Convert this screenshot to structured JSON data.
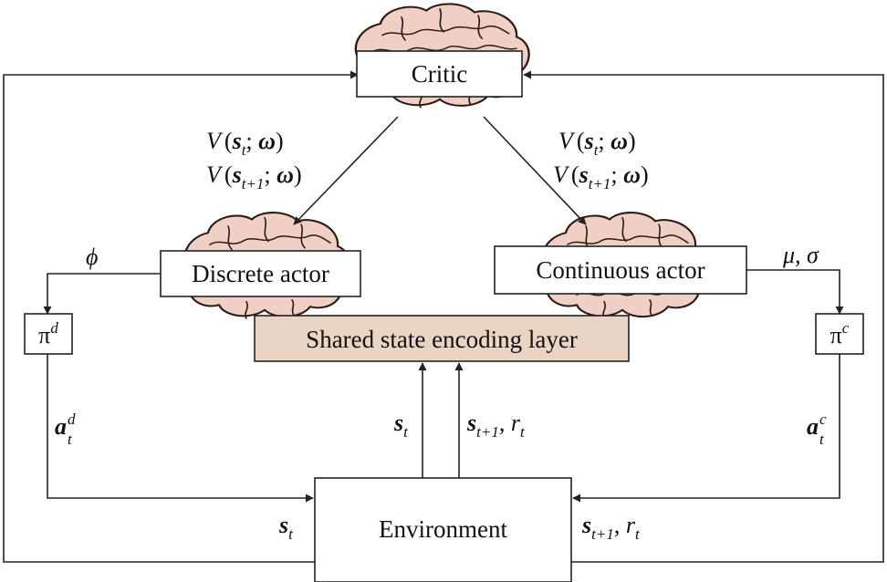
{
  "diagram": {
    "boxes": {
      "critic": "Critic",
      "discrete_actor": "Discrete actor",
      "continuous_actor": "Continuous actor",
      "shared_layer": "Shared state encoding layer",
      "environment": "Environment",
      "pi_d": {
        "base": "π",
        "sup": "d"
      },
      "pi_c": {
        "base": "π",
        "sup": "c"
      }
    },
    "colors": {
      "shared_layer_fill": "#ead4c4",
      "brain_fill": "#f0cfc4",
      "line": "#222222"
    },
    "labels": {
      "value_left": {
        "line1": {
          "V": "V",
          "open": "(",
          "s": "s",
          "t": "t",
          "sep": "; ",
          "omega": "ω",
          "close": ")"
        },
        "line2": {
          "V": "V",
          "open": "(",
          "s": "s",
          "t": "t+1",
          "sep": "; ",
          "omega": "ω",
          "close": ")"
        }
      },
      "value_right": {
        "line1": {
          "V": "V",
          "open": "(",
          "s": "s",
          "t": "t",
          "sep": "; ",
          "omega": "ω",
          "close": ")"
        },
        "line2": {
          "V": "V",
          "open": "(",
          "s": "s",
          "t": "t+1",
          "sep": "; ",
          "omega": "ω",
          "close": ")"
        }
      },
      "phi": "ϕ",
      "mu_sigma": "μ, σ",
      "a_d": {
        "a": "a",
        "sup": "d",
        "sub": "t"
      },
      "a_c": {
        "a": "a",
        "sup": "c",
        "sub": "t"
      },
      "s_t_center": {
        "s": "s",
        "sub": "t"
      },
      "s_next_r_center": {
        "s": "s",
        "sub": "t+1",
        "sep": ", ",
        "r": "r",
        "rsub": "t"
      },
      "s_t_env": {
        "s": "s",
        "sub": "t"
      },
      "s_next_r_env": {
        "s": "s",
        "sub": "t+1",
        "sep": ", ",
        "r": "r",
        "rsub": "t"
      }
    },
    "icons": [
      "brain-icon",
      "brain-icon",
      "brain-icon",
      "arrowhead-icon"
    ]
  }
}
